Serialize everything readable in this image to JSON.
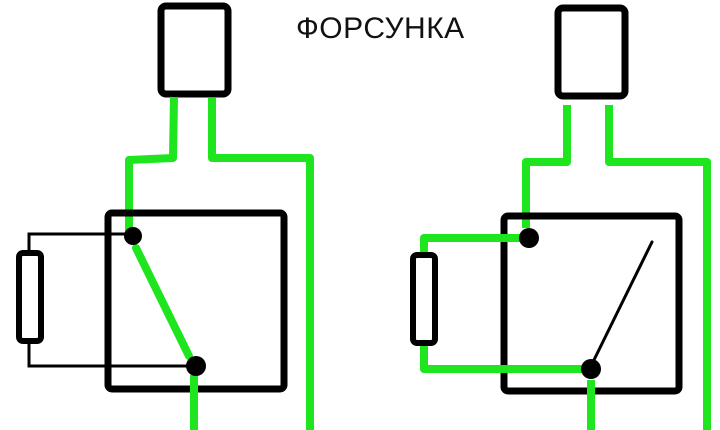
{
  "title": "ФОРСУНКА",
  "colors": {
    "wire_active": "#1ee51e",
    "wire_inactive": "#000000",
    "outline": "#000000",
    "background": "#ffffff"
  },
  "circuits": [
    {
      "id": "left",
      "state": "closed",
      "components": [
        "injector",
        "relay-box",
        "resistor",
        "switch-contact"
      ]
    },
    {
      "id": "right",
      "state": "open",
      "components": [
        "injector",
        "relay-box",
        "resistor",
        "switch-contact"
      ]
    }
  ]
}
